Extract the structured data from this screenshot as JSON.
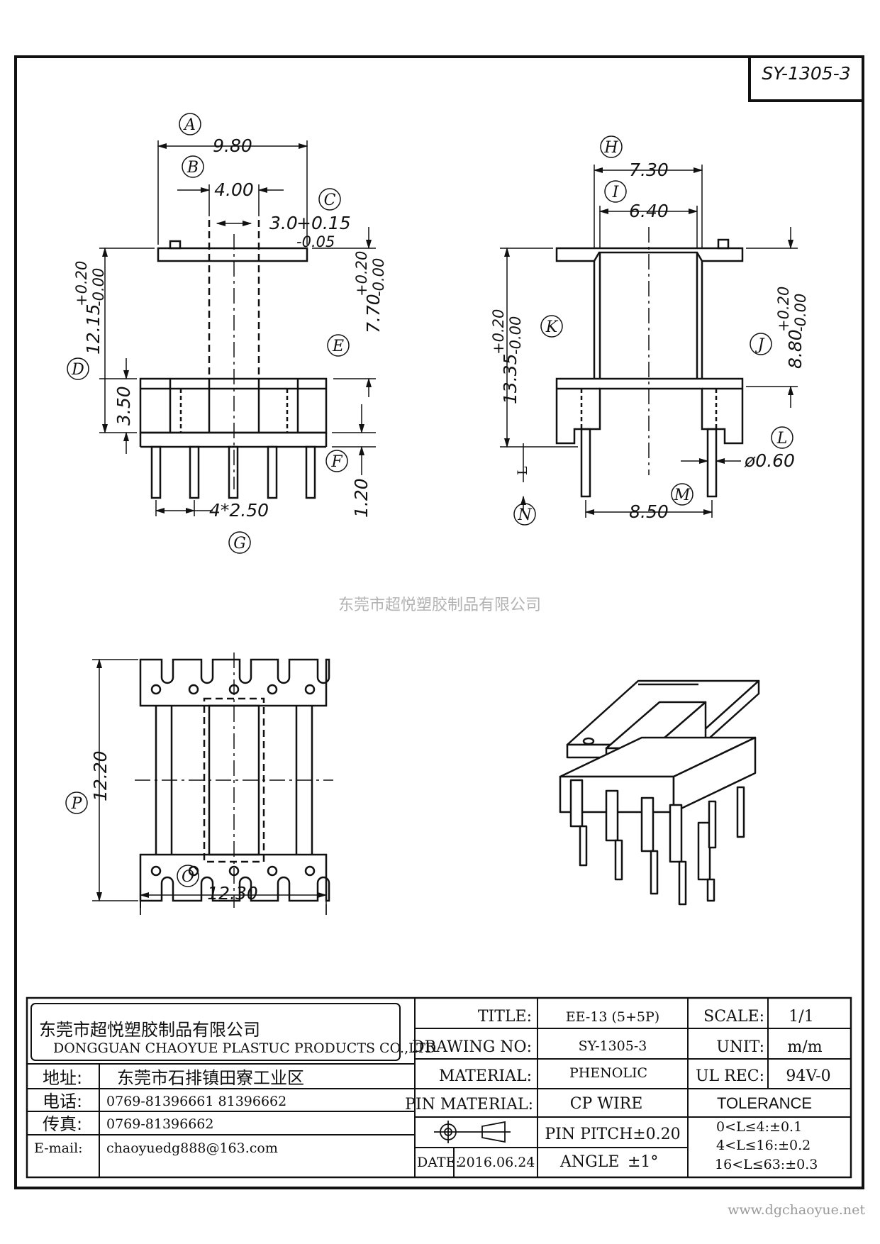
{
  "drawing_code": "SY-1305-3",
  "watermark": "东莞市超悦塑胶制品有限公司",
  "website": "www.dgchaoyue.net",
  "front_view": {
    "dim_A": "9.80",
    "label_A": "A",
    "dim_B": "4.00",
    "label_B": "B",
    "dim_C": "3.0",
    "dim_C_tol_plus": "+0.15",
    "dim_C_tol_minus": "-0.05",
    "label_C": "C",
    "dim_D": "12.15",
    "dim_D_tol_plus": "+0.20",
    "dim_D_tol_minus": "-0.00",
    "label_D": "D",
    "dim_E": "7.70",
    "dim_E_tol_plus": "+0.20",
    "dim_E_tol_minus": "-0.00",
    "label_E": "E",
    "dim_F": "1.20",
    "label_F": "F",
    "dim_G": "4*2.50",
    "label_G": "G",
    "dim_base": "3.50"
  },
  "side_view": {
    "dim_H": "7.30",
    "label_H": "H",
    "dim_I": "6.40",
    "label_I": "I",
    "dim_J": "8.80",
    "dim_J_tol_plus": "+0.20",
    "dim_J_tol_minus": "-0.00",
    "label_J": "J",
    "dim_K": "13.35",
    "dim_K_tol_plus": "+0.20",
    "dim_K_tol_minus": "-0.00",
    "label_K": "K",
    "dim_L": "ø0.60",
    "label_L": "L",
    "small_L": "L",
    "dim_M": "8.50",
    "label_M": "M",
    "label_N": "N"
  },
  "top_view": {
    "dim_P": "12.20",
    "label_P": "P",
    "dim_O": "12.30",
    "label_O": "O"
  },
  "title_block": {
    "company_cn": "东莞市超悦塑胶制品有限公司",
    "company_en": "DONGGUAN CHAOYUE PLASTUC PRODUCTS CO.,LTD",
    "address_label": "地址:",
    "address_value": "东莞市石排镇田寮工业区",
    "phone_label": "电话:",
    "phone_value": "0769-81396661   81396662",
    "fax_label": "传真:",
    "fax_value": "0769-81396662",
    "email_label": "E-mail:",
    "email_value": "chaoyuedg888@163.com",
    "title_label": "TITLE:",
    "title_value": "EE-13 (5+5P)",
    "drawing_no_label": "DRAWING NO:",
    "drawing_no_value": "SY-1305-3",
    "material_label": "MATERIAL:",
    "material_value": "PHENOLIC",
    "pin_material_label": "PIN MATERIAL:",
    "pin_material_value": "CP WIRE",
    "pin_pitch": "PIN PITCH±0.20",
    "date_label": "DATE:",
    "date_value": "2016.06.24",
    "angle_label": "ANGLE",
    "angle_value": "±1°",
    "scale_label": "SCALE:",
    "scale_value": "1/1",
    "unit_label": "UNIT:",
    "unit_value": "m/m",
    "ul_label": "UL REC:",
    "ul_value": "94V-0",
    "tolerance_label": "TOLERANCE",
    "tolerance_rows": [
      "0<L≤4:±0.1",
      "4<L≤16:±0.2",
      "16<L≤63:±0.3"
    ]
  }
}
